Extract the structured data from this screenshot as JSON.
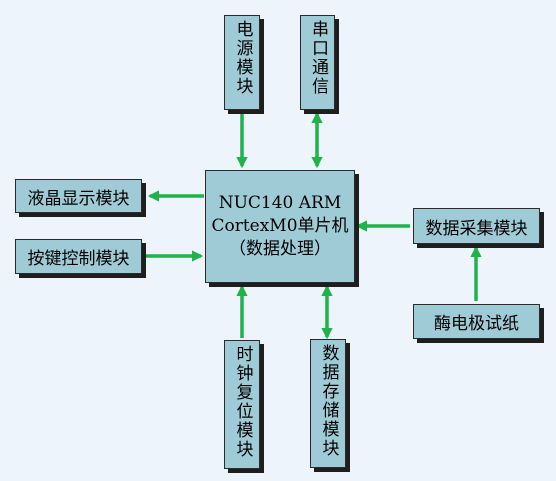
{
  "colors": {
    "background": "#eef4fb",
    "box_fill": "#9fcbd6",
    "connector": "#1fb34a"
  },
  "center": {
    "line1": "NUC140 ARM",
    "line2": "CortexM0单片机",
    "line3": "（数据处理）"
  },
  "modules": {
    "power": "电源模块",
    "serial": "串口通信",
    "lcd": "液晶显示模块",
    "keys": "按键控制模块",
    "acquisition": "数据采集模块",
    "enzyme": "酶电极试纸",
    "clock_reset": "时钟复位模块",
    "storage": "数据存储模块"
  }
}
